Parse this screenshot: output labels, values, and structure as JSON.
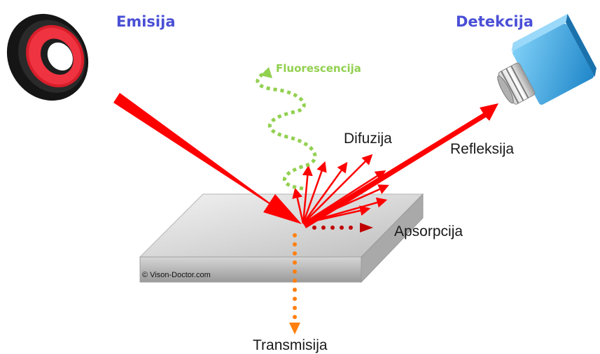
{
  "labels": {
    "emission": "Emisija",
    "detection": "Detekcija",
    "fluorescence": "Fluorescencija",
    "diffusion": "Difuzija",
    "reflection": "Refleksija",
    "absorption": "Apsorpcija",
    "transmission": "Transmisija",
    "copyright": "© Vison-Doctor.com"
  },
  "colors": {
    "title_blue": "#4a4fd6",
    "fluorescence_green": "#92d050",
    "light_red": "#ff0000",
    "absorption_darkred": "#c00000",
    "transmission_orange": "#ff7f0e",
    "sensor_blue": "#38a8e8"
  },
  "icons": {
    "emitter": "ring-light-icon",
    "detector": "camera-icon"
  }
}
